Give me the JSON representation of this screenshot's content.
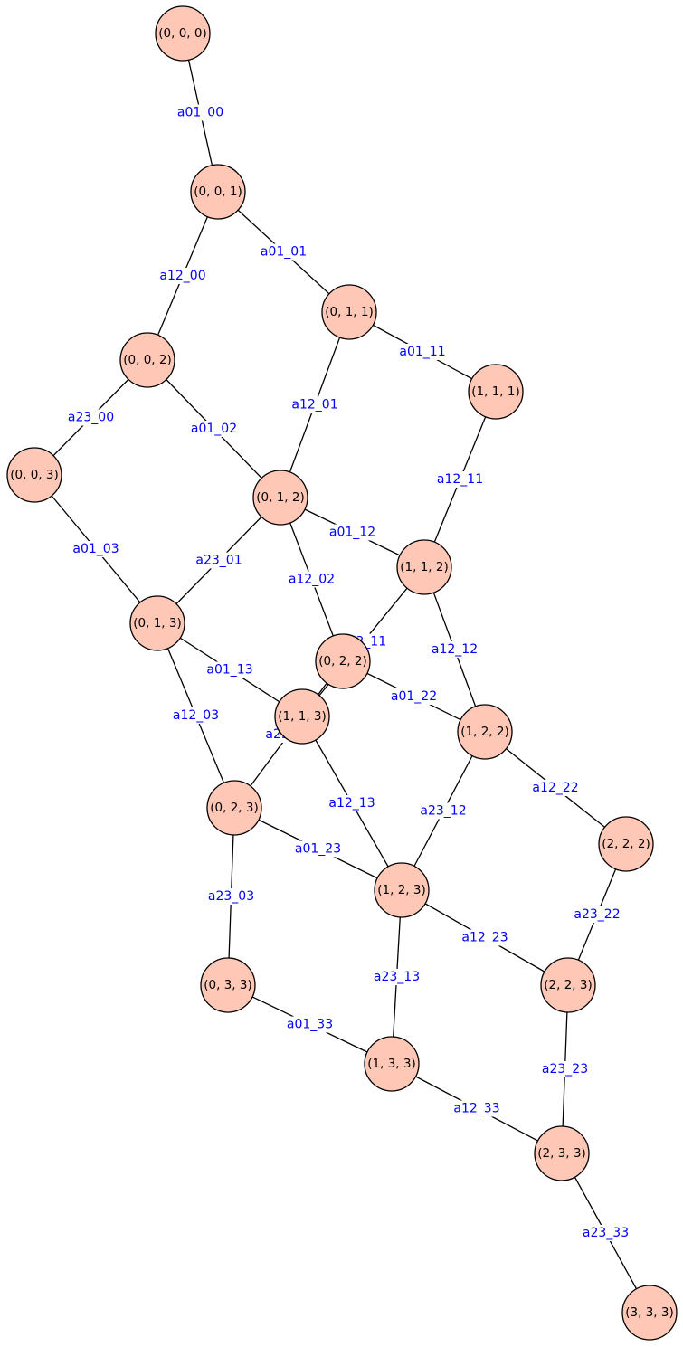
{
  "colors": {
    "node_fill": "#ffc8b6",
    "node_stroke": "#000000",
    "edge": "#000000",
    "edge_label": "#0000ff"
  },
  "nodes": [
    {
      "id": "000",
      "label": "(0, 0, 0)"
    },
    {
      "id": "001",
      "label": "(0, 0, 1)"
    },
    {
      "id": "011",
      "label": "(0, 1, 1)"
    },
    {
      "id": "111",
      "label": "(1, 1, 1)"
    },
    {
      "id": "002",
      "label": "(0, 0, 2)"
    },
    {
      "id": "003",
      "label": "(0, 0, 3)"
    },
    {
      "id": "012",
      "label": "(0, 1, 2)"
    },
    {
      "id": "112",
      "label": "(1, 1, 2)"
    },
    {
      "id": "013",
      "label": "(0, 1, 3)"
    },
    {
      "id": "022",
      "label": "(0, 2, 2)"
    },
    {
      "id": "113",
      "label": "(1, 1, 3)"
    },
    {
      "id": "122",
      "label": "(1, 2, 2)"
    },
    {
      "id": "023",
      "label": "(0, 2, 3)"
    },
    {
      "id": "222",
      "label": "(2, 2, 2)"
    },
    {
      "id": "123",
      "label": "(1, 2, 3)"
    },
    {
      "id": "033",
      "label": "(0, 3, 3)"
    },
    {
      "id": "223",
      "label": "(2, 2, 3)"
    },
    {
      "id": "133",
      "label": "(1, 3, 3)"
    },
    {
      "id": "233",
      "label": "(2, 3, 3)"
    },
    {
      "id": "333",
      "label": "(3, 3, 3)"
    }
  ],
  "edges": [
    {
      "from": "000",
      "to": "001",
      "label": "a01_00"
    },
    {
      "from": "001",
      "to": "011",
      "label": "a01_01"
    },
    {
      "from": "001",
      "to": "002",
      "label": "a12_00"
    },
    {
      "from": "011",
      "to": "111",
      "label": "a01_11"
    },
    {
      "from": "011",
      "to": "012",
      "label": "a12_01"
    },
    {
      "from": "002",
      "to": "003",
      "label": "a23_00"
    },
    {
      "from": "002",
      "to": "012",
      "label": "a01_02"
    },
    {
      "from": "111",
      "to": "112",
      "label": "a12_11"
    },
    {
      "from": "003",
      "to": "013",
      "label": "a01_03"
    },
    {
      "from": "012",
      "to": "112",
      "label": "a01_12"
    },
    {
      "from": "012",
      "to": "013",
      "label": "a23_01"
    },
    {
      "from": "012",
      "to": "022",
      "label": "a12_02"
    },
    {
      "from": "112",
      "to": "113",
      "label": "a23_11"
    },
    {
      "from": "112",
      "to": "122",
      "label": "a12_12"
    },
    {
      "from": "013",
      "to": "113",
      "label": "a01_13"
    },
    {
      "from": "013",
      "to": "023",
      "label": "a12_03"
    },
    {
      "from": "022",
      "to": "122",
      "label": "a01_22"
    },
    {
      "from": "022",
      "to": "023",
      "label": "a23_02"
    },
    {
      "from": "113",
      "to": "123",
      "label": "a12_13"
    },
    {
      "from": "122",
      "to": "222",
      "label": "a12_22"
    },
    {
      "from": "122",
      "to": "123",
      "label": "a23_12"
    },
    {
      "from": "023",
      "to": "123",
      "label": "a01_23"
    },
    {
      "from": "023",
      "to": "033",
      "label": "a23_03"
    },
    {
      "from": "222",
      "to": "223",
      "label": "a23_22"
    },
    {
      "from": "123",
      "to": "223",
      "label": "a12_23"
    },
    {
      "from": "123",
      "to": "133",
      "label": "a23_13"
    },
    {
      "from": "033",
      "to": "133",
      "label": "a01_33"
    },
    {
      "from": "223",
      "to": "233",
      "label": "a23_23"
    },
    {
      "from": "133",
      "to": "233",
      "label": "a12_33"
    },
    {
      "from": "233",
      "to": "333",
      "label": "a23_33"
    }
  ]
}
